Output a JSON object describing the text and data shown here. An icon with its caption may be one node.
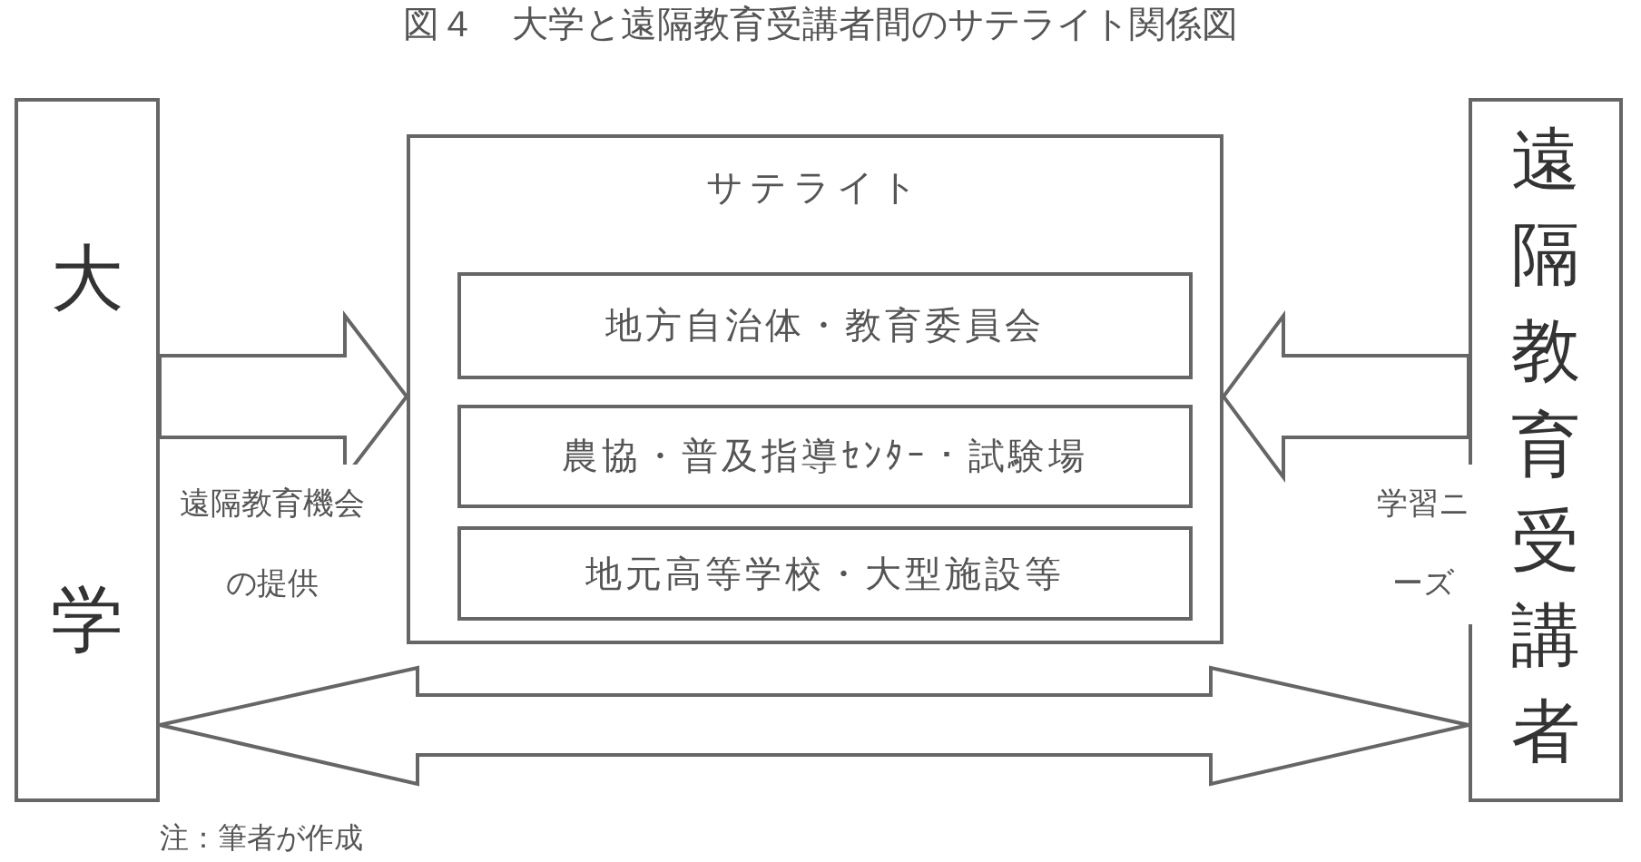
{
  "diagram": {
    "title": "図４　大学と遠隔教育受講者間のサテライト関係図",
    "nodes": [
      {
        "text": [
          "大学"
        ]
      },
      {
        "text": [
          "サテライト"
        ]
      },
      {
        "text": [
          "地方自治体・教育委員会"
        ],
        "in": 1
      },
      {
        "text": [
          "農協・普及指導ｾﾝﾀｰ・試験場"
        ],
        "in": 1
      },
      {
        "text": [
          "地元高等学校・大型施設等"
        ],
        "in": 1
      },
      {
        "text": [
          "遠隔教育受講者"
        ]
      }
    ],
    "edges": [
      {
        "from": 0,
        "to": 1,
        "arrow": "to",
        "label": "遠隔教育機会の提供"
      },
      {
        "from": 5,
        "to": 1,
        "arrow": "to",
        "label": "学習ニーズ"
      },
      {
        "from": 0,
        "to": 5,
        "arrow": "both"
      }
    ],
    "labels": [
      "注：筆者が作成"
    ]
  }
}
